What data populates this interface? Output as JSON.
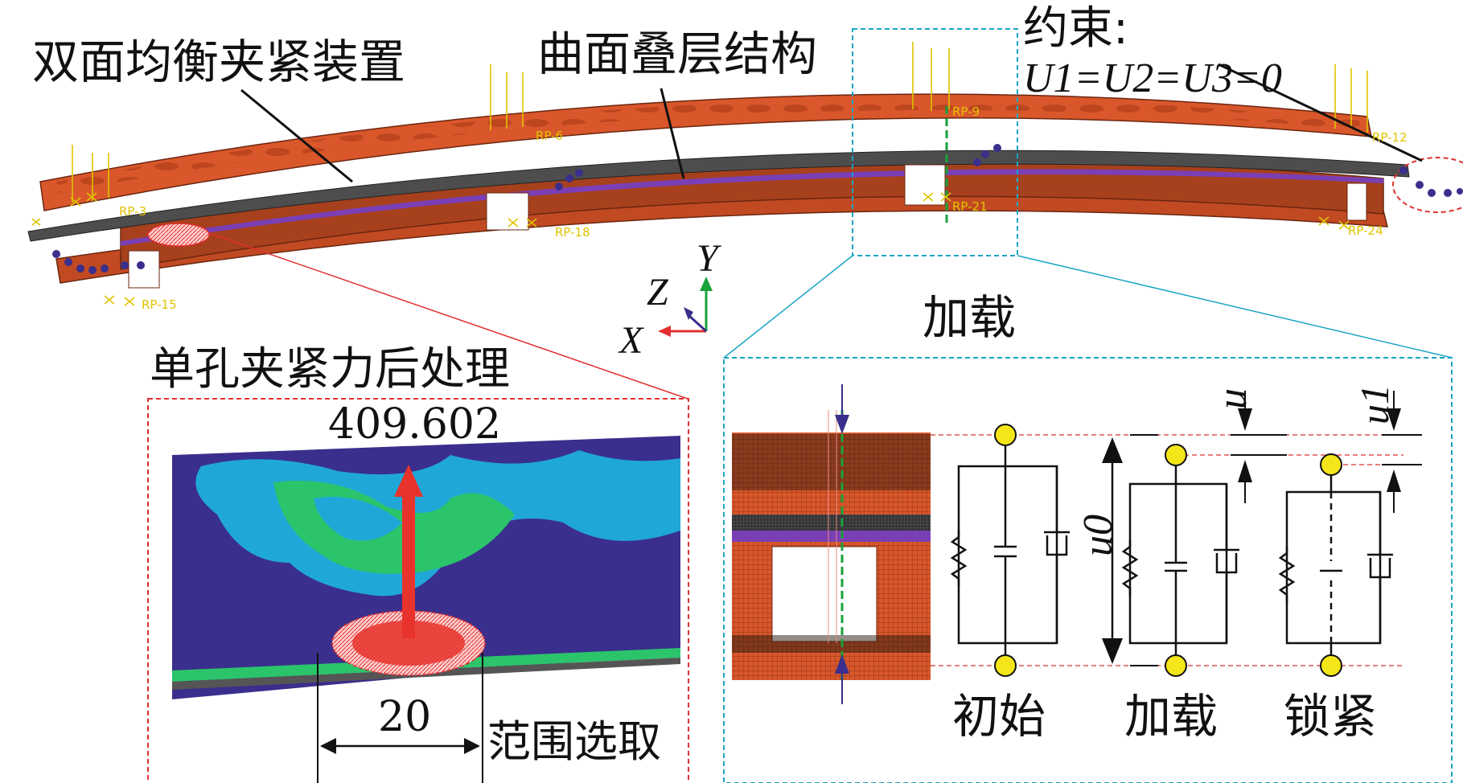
{
  "labels": {
    "device": "双面均衡夹紧装置",
    "laminate": "曲面叠层结构",
    "constraint_title": "约束:",
    "constraint_eq": "U1=U2=U3=0",
    "loading_title": "加载",
    "postproc_title": "单孔夹紧力后处理",
    "force_value": "409.602",
    "range_value": "20",
    "range_select": "范围选取",
    "state_initial": "初始",
    "state_loading": "加载",
    "state_locking": "锁紧"
  },
  "axes": {
    "x": "X",
    "y": "Y",
    "z": "Z"
  },
  "dims": {
    "u": "u",
    "u0": "u0",
    "u1": "u1"
  },
  "rp_labels": [
    "RP-3",
    "RP-6",
    "RP-9",
    "RP-12",
    "RP-15",
    "RP-18",
    "RP-21",
    "RP-24"
  ],
  "colors": {
    "clamp": "#d9572b",
    "clamp_dark": "#a8401c",
    "laminate": "#4d4d4d",
    "purple_layer": "#7b3fb5",
    "constraint_marker": "#e0c400",
    "red_dash": "#e03030",
    "cyan_dash": "#1aa5c4",
    "contour_blue": "#3a2f8c",
    "contour_cyan": "#1fa7d8",
    "contour_green": "#2bc46b",
    "arrow_red": "#e8332c",
    "node_yellow": "#f5e61a"
  }
}
